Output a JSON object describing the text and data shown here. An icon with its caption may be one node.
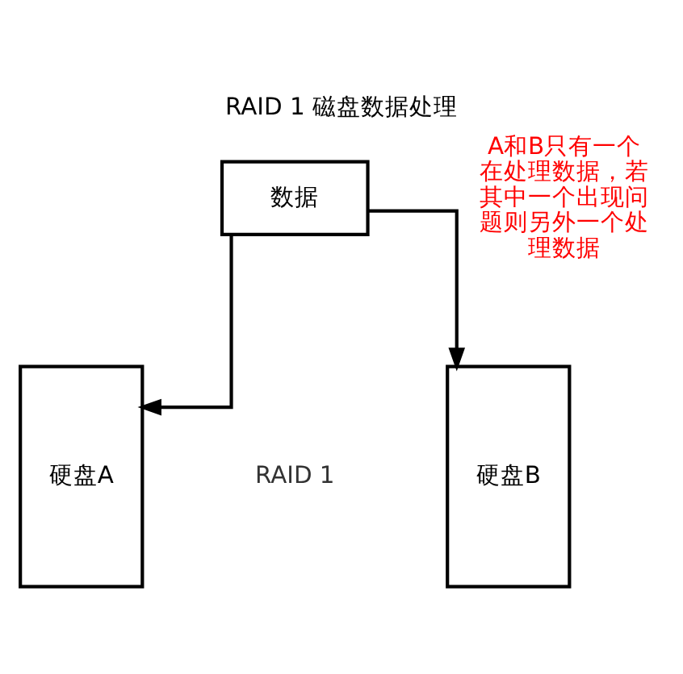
{
  "diagram": {
    "title": "RAID 1 磁盘数据处理",
    "nodes": [
      {
        "text": [
          "数据"
        ]
      },
      {
        "text": [
          "硬盘A"
        ]
      },
      {
        "text": [
          "硬盘B"
        ]
      }
    ],
    "edges": [
      {
        "from": 0,
        "to": 1,
        "arrow": "to"
      },
      {
        "from": 0,
        "to": 2,
        "arrow": "to"
      }
    ],
    "labels": [
      "RAID 1",
      "A和B只有一个在处理数据，若其中一个出现问题则另外一个处理数据"
    ]
  }
}
